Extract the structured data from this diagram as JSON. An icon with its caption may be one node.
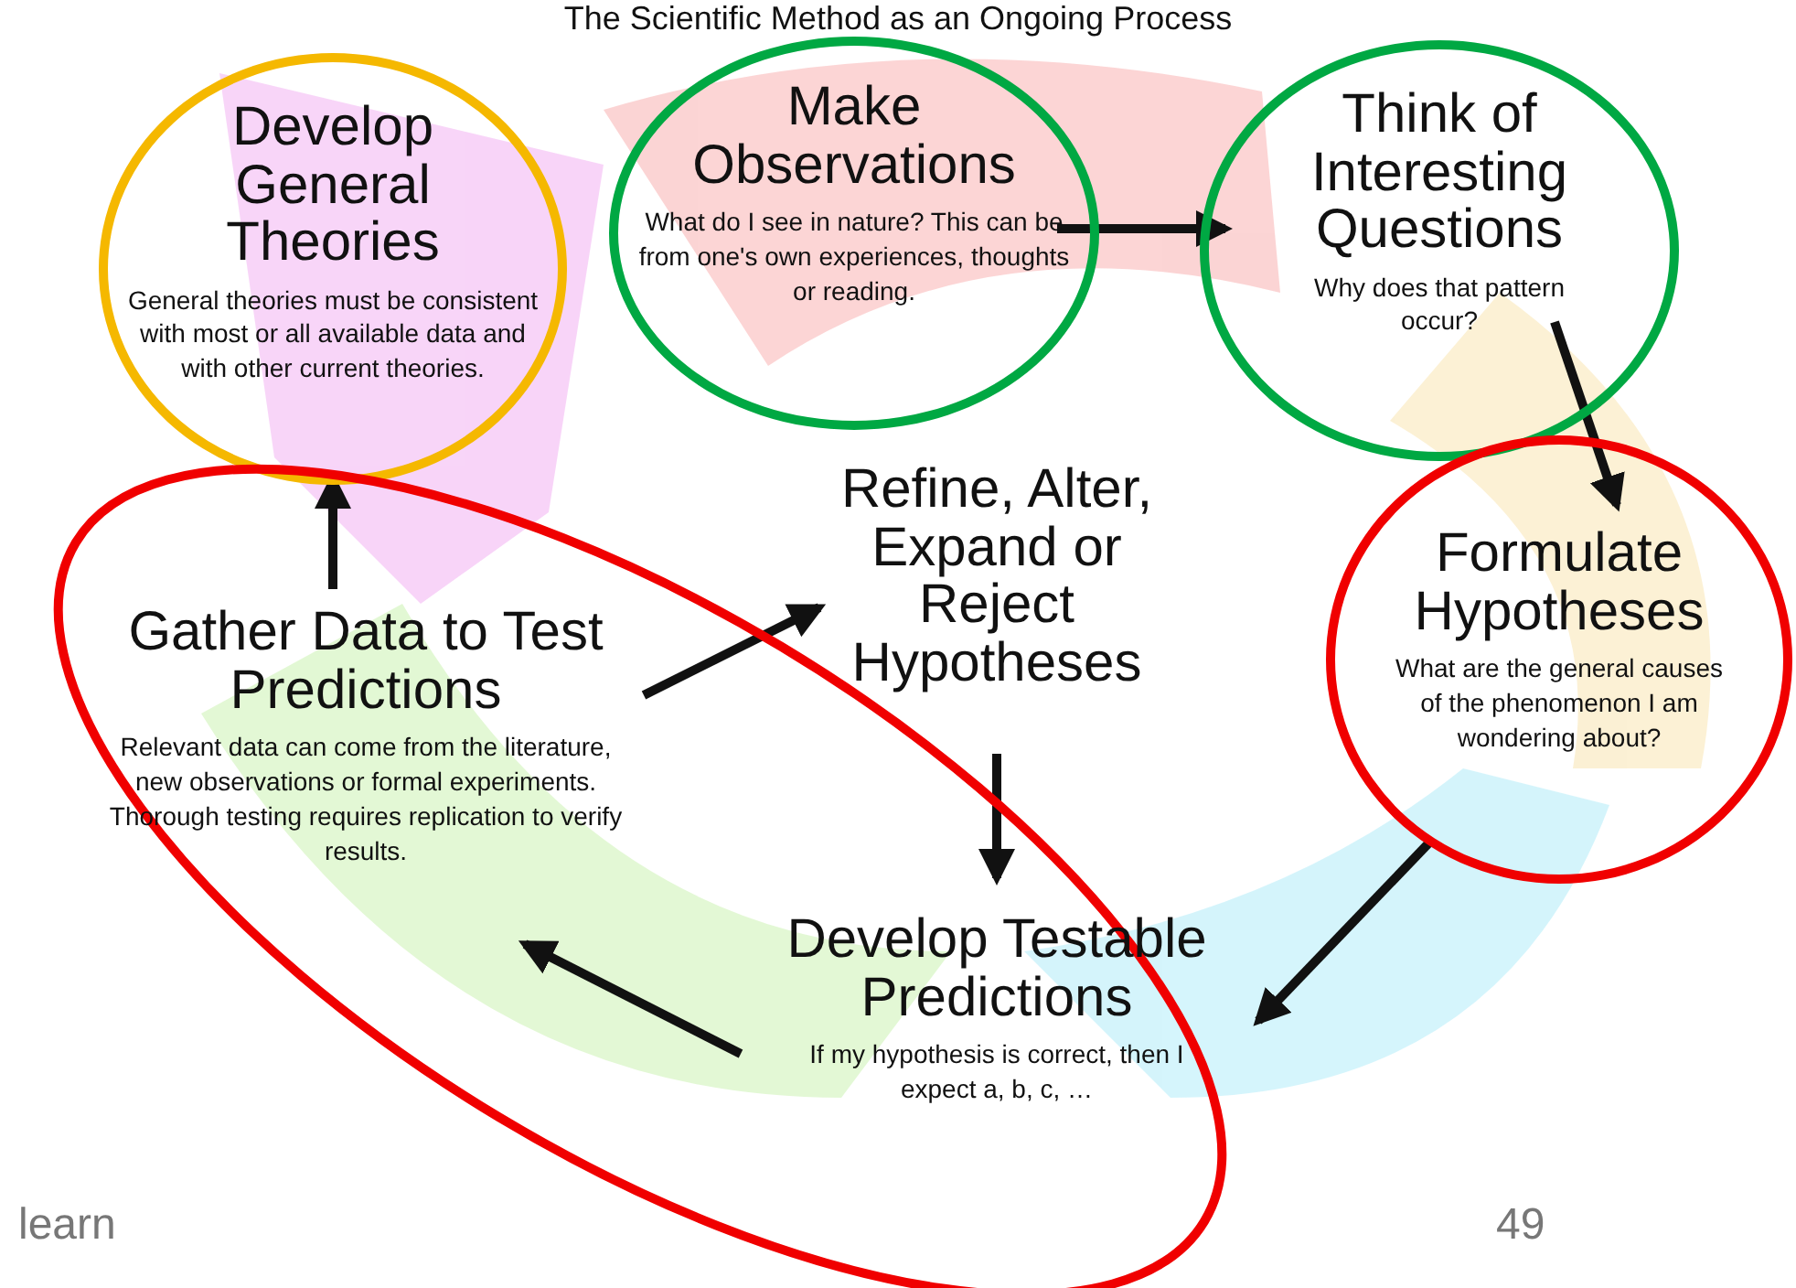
{
  "diagram": {
    "title": "The Scientific Method as an Ongoing Process",
    "nodes": [
      {
        "text": [
          "Develop General Theories",
          "General theories must be consistent with most or all available data and with other current theories."
        ]
      },
      {
        "text": [
          "Make Observations",
          "What do I see in nature? This can be from one's own experiences, thoughts or reading."
        ]
      },
      {
        "text": [
          "Think of Interesting Questions",
          "Why does that pattern occur?"
        ]
      },
      {
        "text": [
          "Formulate Hypotheses",
          "What are the general causes of the phenomenon I am wondering about?"
        ]
      },
      {
        "text": [],
        "shape": "ellipse"
      },
      {
        "text": [
          "Gather Data to Test Predictions",
          "Relevant data can come from the literature, new observations or formal experiments.  Thorough testing requires replication to verify results."
        ],
        "in": 4
      },
      {
        "text": [
          "Refine, Alter, Expand or Reject Hypotheses"
        ]
      },
      {
        "text": [
          "Develop Testable Predictions",
          "If my hypothesis is correct, then I expect a, b, c, …"
        ],
        "in": 4
      }
    ],
    "edges": [
      {
        "from": 1,
        "to": 2,
        "arrow": "to"
      },
      {
        "from": 2,
        "to": 3,
        "arrow": "to"
      },
      {
        "from": 3,
        "to": 7,
        "arrow": "to"
      },
      {
        "from": 7,
        "to": 5,
        "arrow": "to"
      },
      {
        "from": 5,
        "to": 6,
        "arrow": "to"
      },
      {
        "from": 6,
        "to": 7,
        "arrow": "to"
      },
      {
        "from": 5,
        "to": 0,
        "arrow": "to"
      }
    ],
    "labels": [
      "learn",
      "49"
    ]
  }
}
